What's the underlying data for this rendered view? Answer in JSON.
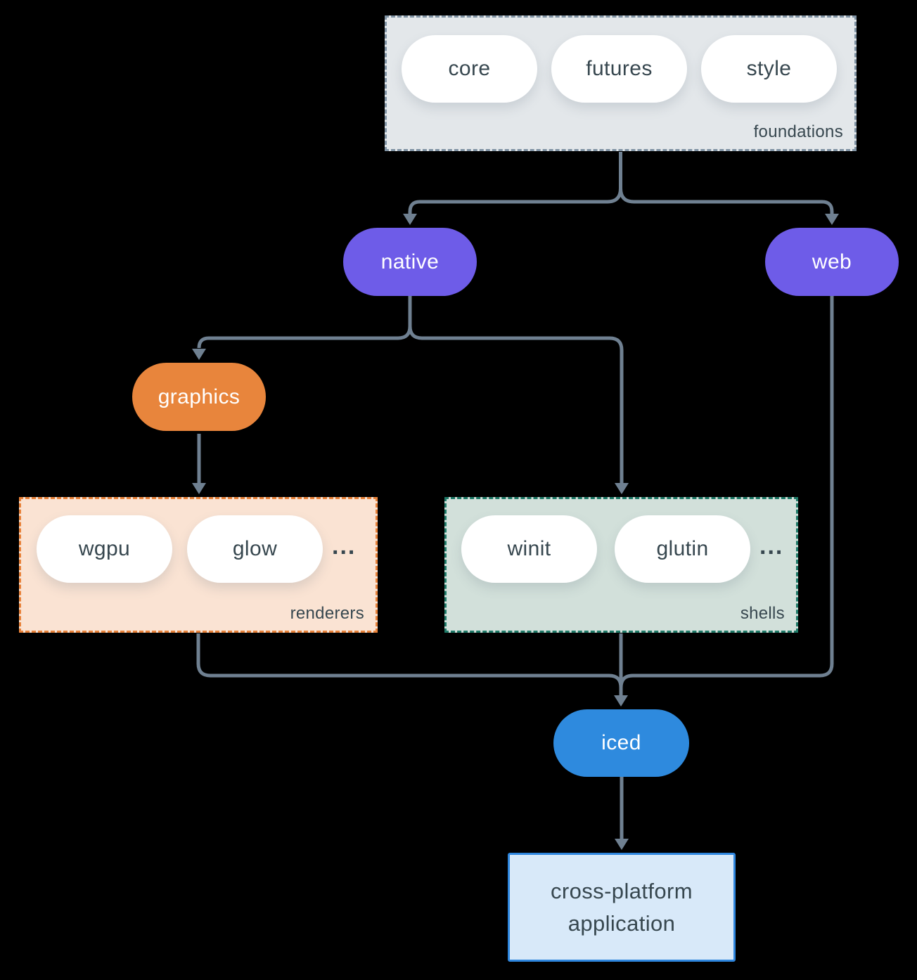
{
  "palette": {
    "background": "#000000",
    "connector": "#6f8091",
    "text_dark": "#37474f",
    "text_light": "#ffffff",
    "node_purple": "#6e5ce8",
    "node_orange": "#e8853c",
    "node_blue": "#2e8ade",
    "foundations_fill": "#e3e7ea",
    "foundations_border": "#7f92a3",
    "renderers_fill": "#fae3d3",
    "renderers_border": "#e8823a",
    "shells_fill": "#d2e0da",
    "shells_border": "#1f7a68",
    "application_fill": "#d8e9f9",
    "application_border": "#2e86de"
  },
  "groups": {
    "foundations": {
      "label": "foundations",
      "pills": [
        "core",
        "futures",
        "style"
      ]
    },
    "renderers": {
      "label": "renderers",
      "pills": [
        "wgpu",
        "glow"
      ],
      "ellipsis": "..."
    },
    "shells": {
      "label": "shells",
      "pills": [
        "winit",
        "glutin"
      ],
      "ellipsis": "..."
    }
  },
  "nodes": {
    "native": "native",
    "web": "web",
    "graphics": "graphics",
    "iced": "iced",
    "application": {
      "lines": [
        "cross-platform",
        "application"
      ]
    }
  }
}
